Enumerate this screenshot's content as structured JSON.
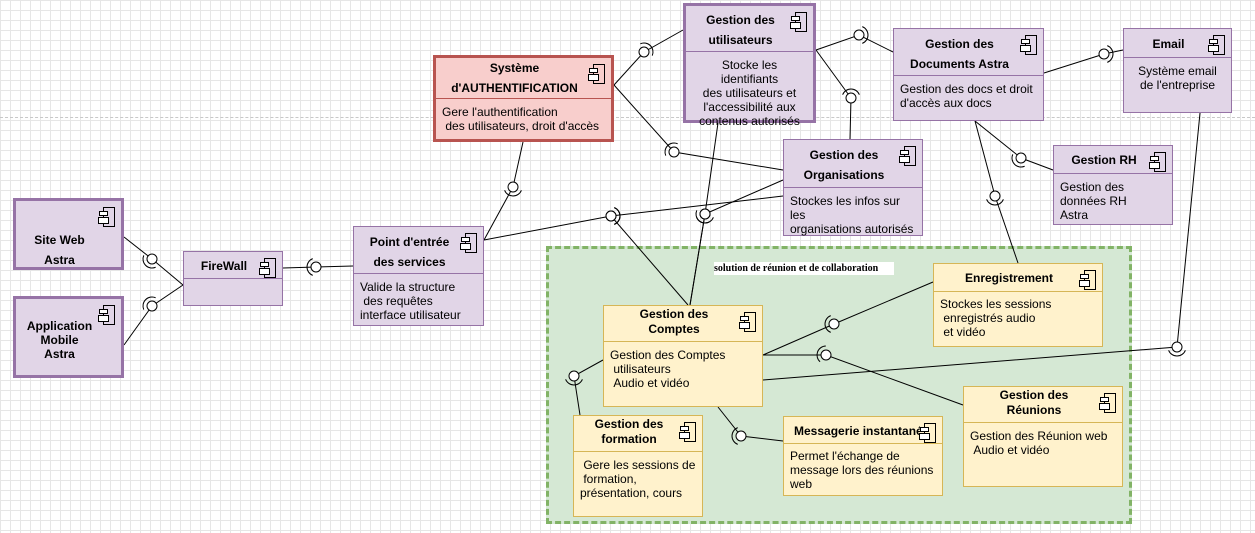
{
  "diagram_type": "uml-component",
  "group": {
    "label": "solution de réunion et de collaboration"
  },
  "components": {
    "site_web": {
      "title": "Site Web Astra"
    },
    "app_mobile": {
      "title": "Application\nMobile\nAstra"
    },
    "firewall": {
      "title": "FireWall"
    },
    "point_entree": {
      "title": "Point d'entrée\ndes services",
      "body": "Valide la structure\n des requêtes\ninterface utilisateur"
    },
    "auth": {
      "title": "Système\nd'AUTHENTIFICATION",
      "body": "Gere l'authentification\n des utilisateurs, droit d'accès"
    },
    "gestion_utilisateurs": {
      "title": "Gestion des\nutilisateurs",
      "body": "Stocke les identifiants\ndes utilisateurs et\nl'accessibilité aux\ncontenus autorisés"
    },
    "gestion_documents": {
      "title": "Gestion des\nDocuments Astra",
      "body": "Gestion des docs et droit\nd'accès aux docs"
    },
    "email": {
      "title": "Email",
      "body": "Système email\nde l'entreprise"
    },
    "gestion_organisations": {
      "title": "Gestion des\nOrganisations",
      "body": "Stockes les infos sur les\norganisations autorisés"
    },
    "gestion_rh": {
      "title": "Gestion RH",
      "body": "Gestion des\ndonnées RH\nAstra"
    },
    "gestion_comptes": {
      "title": "Gestion des\nComptes",
      "body": "Gestion des Comptes\n utilisateurs\n Audio et vidéo"
    },
    "enregistrement": {
      "title": "Enregistrement",
      "body": "Stockes les sessions\n enregistrés audio\n et vidéo"
    },
    "gestion_formation": {
      "title": "Gestion des\nformation",
      "body": " Gere les sessions de\n formation,\nprésentation, cours"
    },
    "messagerie": {
      "title": "Messagerie instantanée",
      "body": "Permet l'échange de\nmessage lors des réunions\nweb"
    },
    "gestion_reunions": {
      "title": "Gestion des\nRéunions",
      "body": "Gestion des Réunion web\n Audio et vidéo"
    }
  },
  "colors": {
    "component_fill": "#e1d5e7",
    "component_stroke": "#9673a6",
    "auth_fill": "#f8cecc",
    "auth_stroke": "#b85450",
    "module_fill": "#fff2cc",
    "module_stroke": "#d6b656",
    "group_fill": "#d5e8d4",
    "group_stroke": "#82b366"
  }
}
